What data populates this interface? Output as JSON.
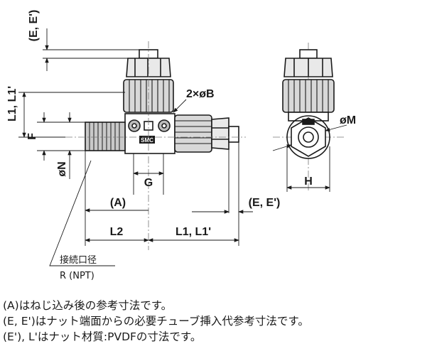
{
  "drawing": {
    "labels": {
      "e_top": "(E, E')",
      "l1_left": "L1, L1'",
      "f": "F",
      "n": "øN",
      "b": "2×øB",
      "g": "G",
      "a": "(A)",
      "e_bottom": "(E, E')",
      "l2": "L2",
      "l1_bottom": "L1, L1'",
      "m": "øM",
      "h": "H",
      "conn_line1": "接続口径",
      "conn_line2": "R (NPT)",
      "body_mark": "SMC"
    }
  },
  "notes": [
    "(A)はねじ込み後の参考寸法です。",
    "(E, E')はナット端面からの必要チューブ挿入代参考寸法です。",
    "(E'), L'はナット材質:PVDFの寸法です。"
  ]
}
